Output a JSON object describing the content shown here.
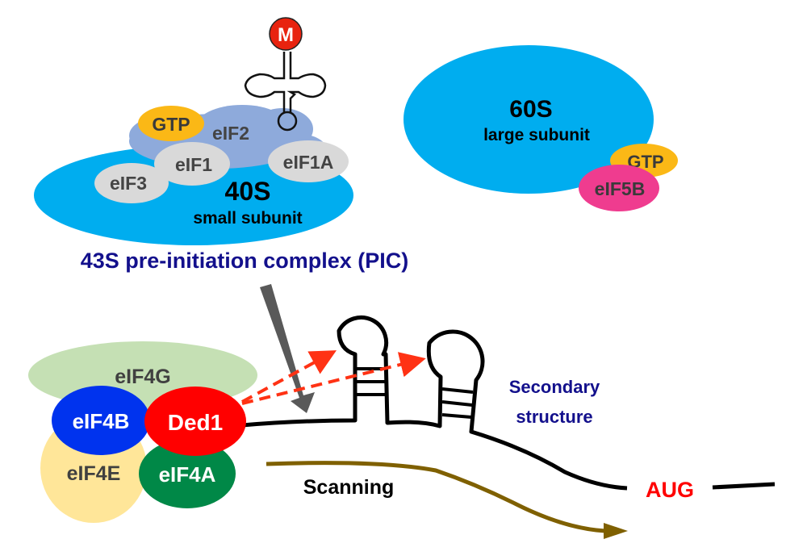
{
  "trna": {
    "amino_acid": "M",
    "amino_acid_color": "#e8230f"
  },
  "pic": {
    "title": "43S pre-initiation complex (PIC)",
    "title_color": "#13108c",
    "small_subunit": {
      "name": "40S",
      "subtitle": "small subunit",
      "color": "#00adef"
    },
    "factors": {
      "eif2": {
        "label": "eIF2",
        "color": "#8eaadb"
      },
      "gtp": {
        "label": "GTP",
        "color": "#fbb816"
      },
      "eif1": {
        "label": "eIF1",
        "color": "#d9d9d9"
      },
      "eif1a": {
        "label": "eIF1A",
        "color": "#d9d9d9"
      },
      "eif3": {
        "label": "eIF3",
        "color": "#d9d9d9"
      }
    }
  },
  "large_subunit": {
    "name": "60S",
    "subtitle": "large subunit",
    "color": "#00adef",
    "gtp": {
      "label": "GTP",
      "color": "#fbb816"
    },
    "eif5b": {
      "label": "eIF5B",
      "color": "#ef3c8f"
    }
  },
  "eif4f_complex": {
    "eif4g": {
      "label": "eIF4G",
      "color": "#c5e0b4"
    },
    "eif4b": {
      "label": "eIF4B",
      "color": "#0033ee"
    },
    "ded1": {
      "label": "Ded1",
      "color": "#ff0000"
    },
    "eif4e": {
      "label": "eIF4E",
      "color": "#ffe699"
    },
    "eif4a": {
      "label": "eIF4A",
      "color": "#008847"
    }
  },
  "mrna": {
    "secondary_structure_label_line1": "Secondary",
    "secondary_structure_label_line2": "structure",
    "secondary_structure_color": "#13108c",
    "start_codon": "AUG",
    "start_codon_color": "#ff0000"
  },
  "scanning": {
    "label": "Scanning",
    "arrow_color": "#7f6000"
  }
}
